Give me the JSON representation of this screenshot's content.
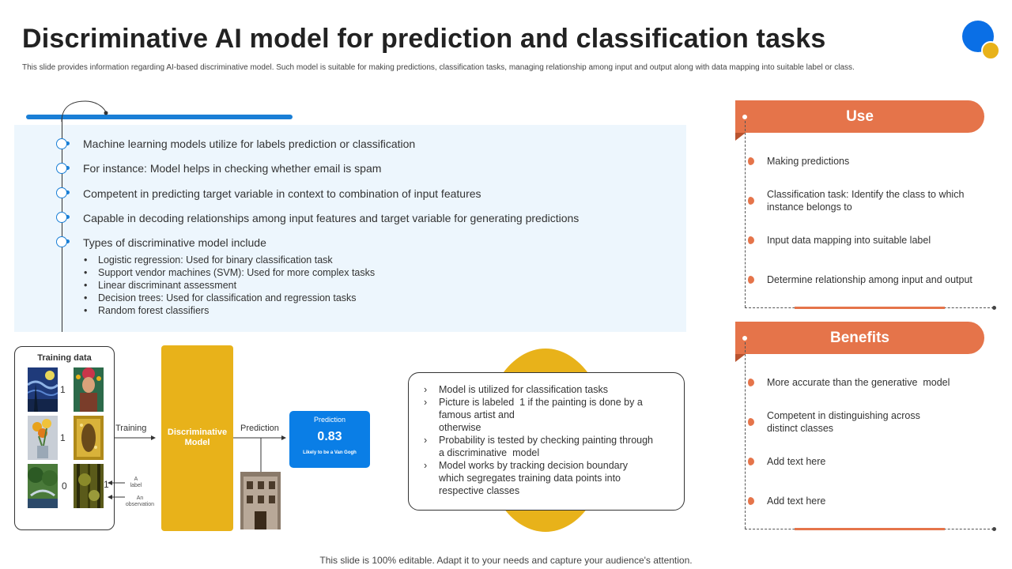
{
  "header": {
    "title": "Discriminative AI model for prediction and classification tasks",
    "subtitle": "This slide provides information regarding AI-based discriminative model. Such model is suitable for making predictions, classification tasks, managing relationship among input and output along with data mapping into suitable label or class."
  },
  "main_points": [
    "Machine learning models utilize for labels prediction or classification",
    "For instance: Model helps in checking whether email is spam",
    "Competent in predicting target variable in context to combination of input features",
    "Capable in decoding relationships among input features and target variable for generating predictions",
    "Types of discriminative  model include"
  ],
  "model_types": [
    "Logistic regression: Used for binary classification task",
    "Support vendor machines (SVM): Used for more complex tasks",
    "Linear discriminant assessment",
    "Decision trees: Used for classification and regression tasks",
    "Random forest classifiers"
  ],
  "diagram": {
    "training_title": "Training data",
    "labels": [
      "1",
      "1",
      "0",
      "1"
    ],
    "label_caption": "A\nlabel",
    "observation_caption": "An\nobservation",
    "training_arrow": "Training",
    "model_label": "Discriminative\nModel",
    "prediction_arrow": "Prediction",
    "prediction_title": "Prediction",
    "prediction_value": "0.83",
    "prediction_sub": "Likely to be a Van Gogh"
  },
  "info_points": [
    "Model is utilized for classification tasks",
    "Picture is labeled  1 if the painting is done by a\nfamous artist and\notherwise",
    "Probability is tested by checking painting through\na discriminative  model",
    "Model works by tracking decision boundary\nwhich segregates training data points into\nrespective classes"
  ],
  "use": {
    "title": "Use",
    "items": [
      "Making predictions",
      "Classification task: Identify the class to which\ninstance belongs to",
      "Input data mapping into suitable label",
      "Determine relationship among input and output"
    ]
  },
  "benefits": {
    "title": "Benefits",
    "items": [
      "More accurate than the generative  model",
      "Competent in distinguishing across\ndistinct classes",
      "Add text here",
      "Add text here"
    ]
  },
  "footer": "This slide is 100% editable. Adapt it to your needs and capture your audience's attention.",
  "colors": {
    "accent_blue": "#1a7fd6",
    "accent_orange": "#e5744a",
    "accent_gold": "#e8b21a",
    "panel_bg": "#edf6fd"
  }
}
